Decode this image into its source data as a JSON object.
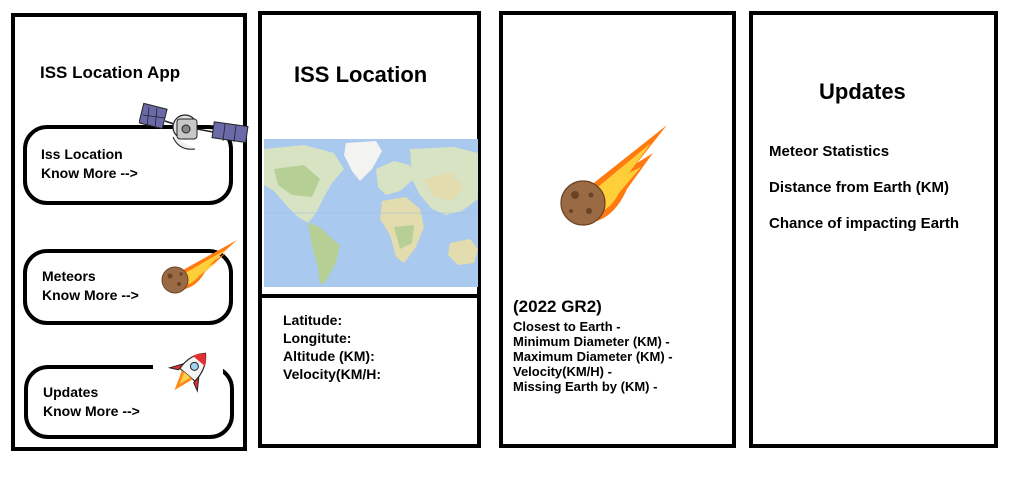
{
  "app": {
    "title": "ISS Location App",
    "menu": [
      {
        "line1": "Iss Location",
        "line2": "Know More -->",
        "icon": "satellite-icon"
      },
      {
        "line1": "Meteors",
        "line2": "Know More -->",
        "icon": "meteor-icon"
      },
      {
        "line1": "Updates",
        "line2": "Know More -->",
        "icon": "rocket-icon"
      }
    ]
  },
  "iss_screen": {
    "title": "ISS Location",
    "map_icon": "world-map-image",
    "fields": [
      "Latitude:",
      "Longitute:",
      "Altitude (KM):",
      "Velocity(KM/H:"
    ]
  },
  "meteor_screen": {
    "icon": "meteor-icon",
    "name": "(2022 GR2)",
    "fields": [
      "Closest to Earth -",
      "Minimum Diameter (KM) -",
      "Maximum Diameter (KM) -",
      "Velocity(KM/H) -",
      "Missing Earth by (KM) -"
    ]
  },
  "updates_screen": {
    "title": "Updates",
    "items": [
      "Meteor Statistics",
      "Distance from Earth (KM)",
      "Chance of impacting Earth"
    ]
  },
  "colors": {
    "ocean": "#a9c9ef",
    "land": "#d7e3c3",
    "land_dark": "#b6cf95",
    "ice": "#f3f4f1",
    "flame_outer": "#ff8a1c",
    "flame_inner": "#ffd24a",
    "rock": "#9a6a45"
  }
}
